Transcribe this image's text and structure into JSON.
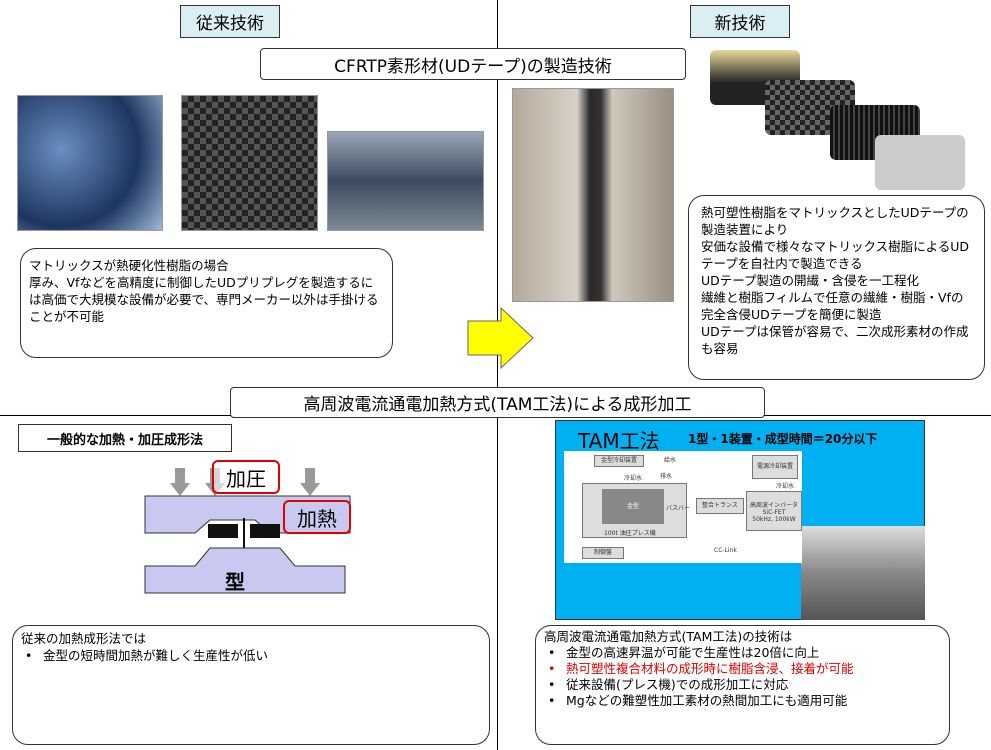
{
  "labels": {
    "conventional": "従来技術",
    "new": "新技術"
  },
  "titles": {
    "top": "CFRTP素形材(UDテープ)の製造技術",
    "middle": "高周波電流通電加熱方式(TAM工法)による成形加工"
  },
  "left_box": [
    "マトリックスが熱硬化性樹脂の場合",
    "厚み、Vfなどを高精度に制御したUDプリプレグを製造するには高価で大規模な設備が必要で、専門メーカー以外は手掛けることが不可能"
  ],
  "right_box": [
    "熱可塑性樹脂をマトリックスとしたUDテープの製造装置により",
    "安価な設備で様々なマトリックス樹脂によるUDテープを自社内で製造できる",
    "UDテープ製造の開繊・含侵を一工程化",
    "繊維と樹脂フィルムで任意の繊維・樹脂・Vfの完全含侵UDテープを簡便に製造",
    "UDテープは保管が容易で、二次成形素材の作成も容易"
  ],
  "general_method": {
    "title": "一般的な加熱・加圧成形法",
    "pressure": "加圧",
    "heating": "加熱",
    "mold": "型"
  },
  "bottom_left": {
    "heading": "従来の加熱成形法では",
    "items": [
      "金型の短時間加熱が難しく生産性が低い"
    ]
  },
  "tam": {
    "title": "TAM工法",
    "subtitle": "1型・1装置・成型時間＝20分以下",
    "diagram": {
      "cooler": "金型冷却装置",
      "supply": "給水",
      "cooling_water": "冷却水",
      "drain": "排水",
      "mold": "金型",
      "press": "100t 油圧プレス機",
      "busbar": "バスバー",
      "transformer": "整合トランス",
      "power_cooler": "電源冷却装置",
      "cooling_water2": "冷却水",
      "inverter": [
        "高周波インバータ",
        "SiC-FET",
        "50kHz, 100kW"
      ],
      "controller": "制御盤",
      "link": "CC-Link"
    }
  },
  "bottom_right": {
    "heading": "高周波電流通電加熱方式(TAM工法)の技術は",
    "items": [
      {
        "text": "金型の高速昇温が可能で生産性は20倍に向上",
        "red": false
      },
      {
        "text": "熱可塑性複合材料の成形時に樹脂含浸、接着が可能",
        "red": true
      },
      {
        "text": "従来設備(プレス機)での成形加工に対応",
        "red": false
      },
      {
        "text": "Mgなどの難塑性加工素材の熱間加工にも適用可能",
        "red": false
      }
    ]
  },
  "colors": {
    "label_bg": "#dbeef4",
    "arrow": "#ffff00",
    "tam_bg": "#00b0f0",
    "highlight": "#e00000",
    "mold": "#c8c8f0"
  }
}
